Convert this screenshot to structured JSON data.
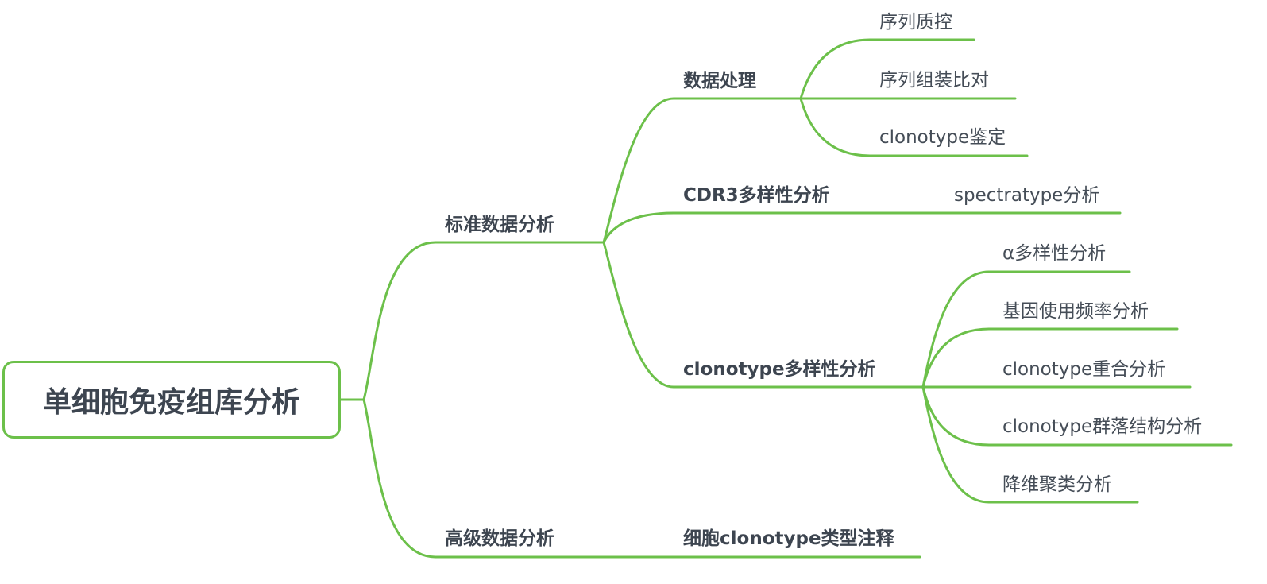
{
  "colors": {
    "branch": "#6cc04a",
    "text": "#3d4550"
  },
  "root": {
    "label": "单细胞免疫组库分析"
  },
  "level1": {
    "standard": "标准数据分析",
    "advanced": "高级数据分析"
  },
  "level2": {
    "processing": "数据处理",
    "cdr3": "CDR3多样性分析",
    "clonotype": "clonotype多样性分析",
    "annotation": "细胞clonotype类型注释"
  },
  "level3": {
    "qc": "序列质控",
    "assembly": "序列组装比对",
    "identification": "clonotype鉴定",
    "spectratype": "spectratype分析",
    "alpha": "α多样性分析",
    "gene_usage": "基因使用频率分析",
    "overlap": "clonotype重合分析",
    "community": "clonotype群落结构分析",
    "dimred": "降维聚类分析"
  }
}
